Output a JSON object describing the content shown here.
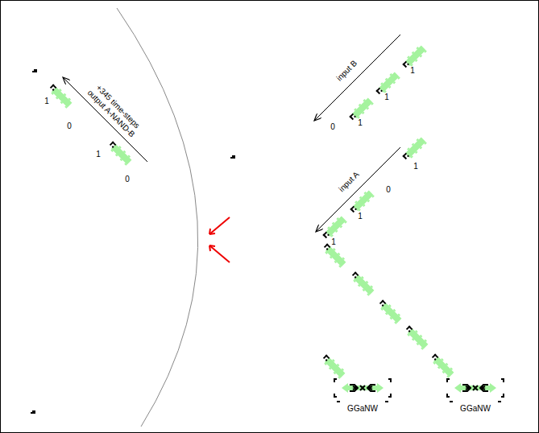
{
  "diagram": {
    "labels": [
      "+345 time-steps output A-NAND-B",
      "1",
      "0",
      "1",
      "0",
      "input B",
      "1",
      "1",
      "1",
      "0",
      "input A",
      "1",
      "0",
      "1",
      "1",
      "GGaNW",
      "GGaNW"
    ]
  }
}
